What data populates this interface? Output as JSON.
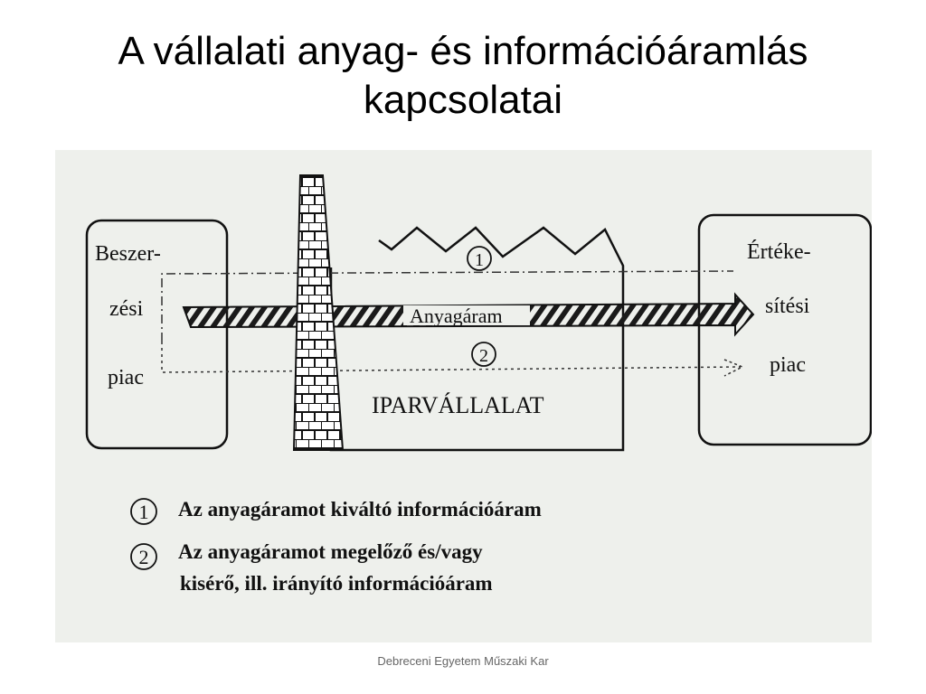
{
  "slide": {
    "title_line1": "A vállalati anyag- és információáramlás",
    "title_line2": "kapcsolatai",
    "footer": "Debreceni Egyetem Műszaki Kar"
  },
  "diagram": {
    "left_box": {
      "line1": "Beszer-",
      "line2": "zési",
      "line3": "piac"
    },
    "right_box": {
      "line1": "Értéke-",
      "line2": "sítési",
      "line3": "piac"
    },
    "factory_label": "IPARVÁLLALAT",
    "material_flow_label": "Anyagáram",
    "marker_1": "1",
    "marker_2": "2",
    "legend": [
      {
        "number": "1",
        "text": "Az anyagáramot kiváltó információáram"
      },
      {
        "number": "2",
        "line1": "Az anyagáramot megelőző és/vagy",
        "line2": "kisérő, ill. irányító információáram"
      }
    ]
  }
}
